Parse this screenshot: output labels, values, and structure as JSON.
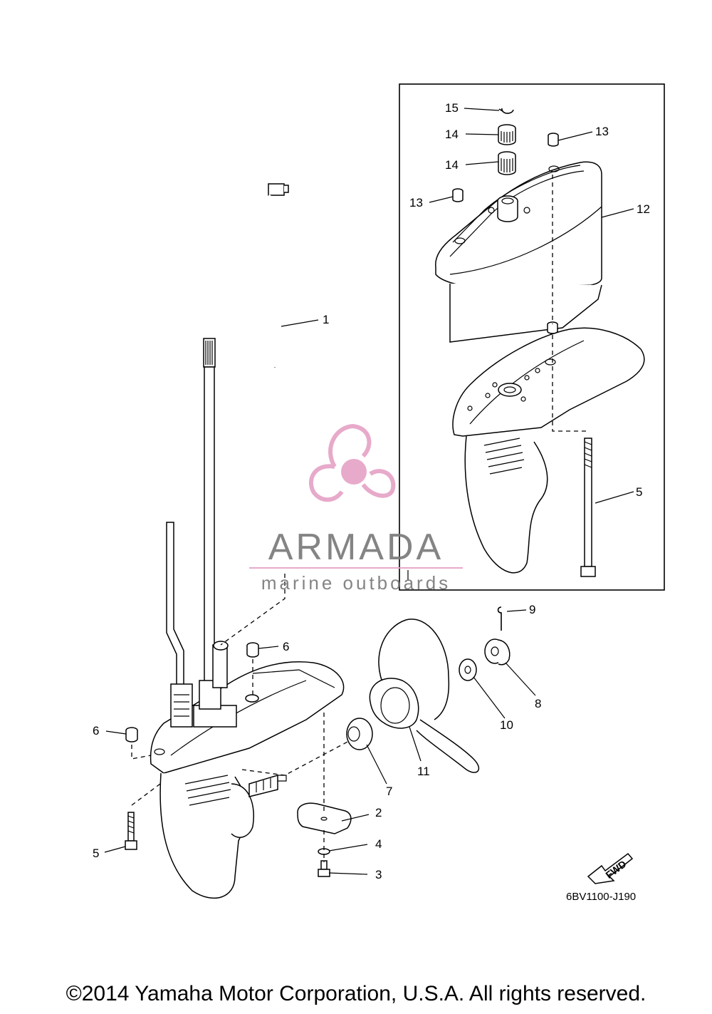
{
  "diagram": {
    "drawing_code": "6BV1100-J190",
    "fwd_label": "FWD",
    "callouts": [
      {
        "id": "c1",
        "label": "1"
      },
      {
        "id": "c2",
        "label": "2"
      },
      {
        "id": "c3",
        "label": "3"
      },
      {
        "id": "c4",
        "label": "4"
      },
      {
        "id": "c5a",
        "label": "5"
      },
      {
        "id": "c5b",
        "label": "5"
      },
      {
        "id": "c6a",
        "label": "6"
      },
      {
        "id": "c6b",
        "label": "6"
      },
      {
        "id": "c7",
        "label": "7"
      },
      {
        "id": "c8",
        "label": "8"
      },
      {
        "id": "c9",
        "label": "9"
      },
      {
        "id": "c10",
        "label": "10"
      },
      {
        "id": "c11",
        "label": "11"
      },
      {
        "id": "c12",
        "label": "12"
      },
      {
        "id": "c13a",
        "label": "13"
      },
      {
        "id": "c13b",
        "label": "13"
      },
      {
        "id": "c14a",
        "label": "14"
      },
      {
        "id": "c14b",
        "label": "14"
      },
      {
        "id": "c15",
        "label": "15"
      }
    ]
  },
  "watermark": {
    "brand": "ARMADA",
    "tagline": "marine outboards",
    "colors": {
      "brand": "#7a7a7a",
      "accent": "#e6a3c6",
      "rule": "#e6a3c6"
    }
  },
  "footer": {
    "copyright": "©2014 Yamaha Motor Corporation, U.S.A. All rights reserved."
  }
}
